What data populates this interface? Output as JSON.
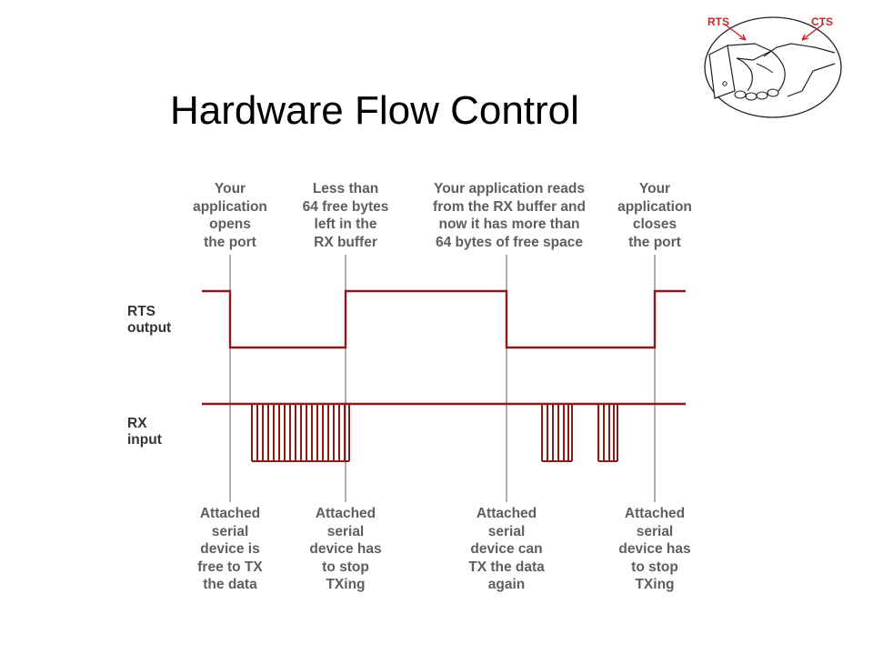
{
  "slide": {
    "title": "Hardware Flow Control"
  },
  "logo": {
    "left_label": "RTS",
    "right_label": "CTS",
    "icon": "handshake-icon"
  },
  "signals": {
    "rts_label": "RTS\noutput",
    "rx_label": "RX\ninput"
  },
  "events_top": [
    "Your\napplication\nopens\nthe port",
    "Less than\n64 free bytes\nleft in the\nRX buffer",
    "Your application reads\nfrom the RX buffer and\nnow it has more than\n64 bytes of free space",
    "Your\napplication\ncloses\nthe port"
  ],
  "events_bottom": [
    "Attached\nserial\ndevice is\nfree to TX\nthe data",
    "Attached\nserial\ndevice has\nto stop\nTXing",
    "Attached\nserial\ndevice can\nTX the data\nagain",
    "Attached\nserial\ndevice has\nto stop\nTXing"
  ],
  "colors": {
    "signal": "#8b1a1a",
    "marker": "#b0b0b0",
    "note_text": "#5e5e5e",
    "logo_text": "#c62828"
  }
}
